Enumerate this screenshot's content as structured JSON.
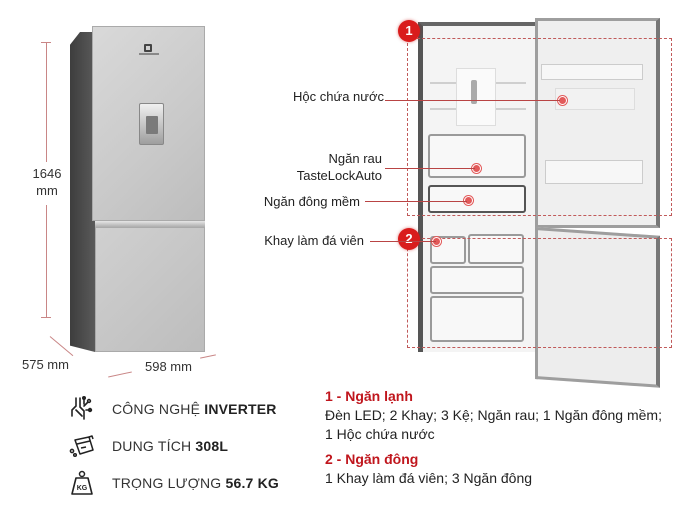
{
  "dimensions": {
    "height": "1646",
    "height_unit": "mm",
    "depth": "575 mm",
    "width": "598 mm"
  },
  "callouts": [
    {
      "label": "Hộc chứa nước"
    },
    {
      "label_line1": "Ngăn rau",
      "label_line2": "TasteLockAuto"
    },
    {
      "label": "Ngăn đông mềm"
    },
    {
      "label": "Khay làm đá viên"
    }
  ],
  "badges": [
    {
      "number": "1"
    },
    {
      "number": "2"
    }
  ],
  "specs": [
    {
      "icon": "inverter-circuit-icon",
      "label": "CÔNG NGHỆ ",
      "value": "INVERTER"
    },
    {
      "icon": "capacity-container-icon",
      "label": "DUNG TÍCH ",
      "value": "308L"
    },
    {
      "icon": "weight-kg-icon",
      "label": "TRỌNG LƯỢNG ",
      "value": "56.7 KG"
    }
  ],
  "compartments": [
    {
      "title": "1 - Ngăn lạnh",
      "desc_line1": "Đèn LED; 2 Khay; 3 Kệ; Ngăn rau; 1 Ngăn đông mềm;",
      "desc_line2": "1 Hộc chứa nước"
    },
    {
      "title": "2 - Ngăn đông",
      "desc_line1": "1 Khay làm đá viên; 3 Ngăn đông"
    }
  ],
  "colors": {
    "accent_red": "#d91c1c",
    "title_red": "#c0161d",
    "dimension_line": "#c98686"
  }
}
